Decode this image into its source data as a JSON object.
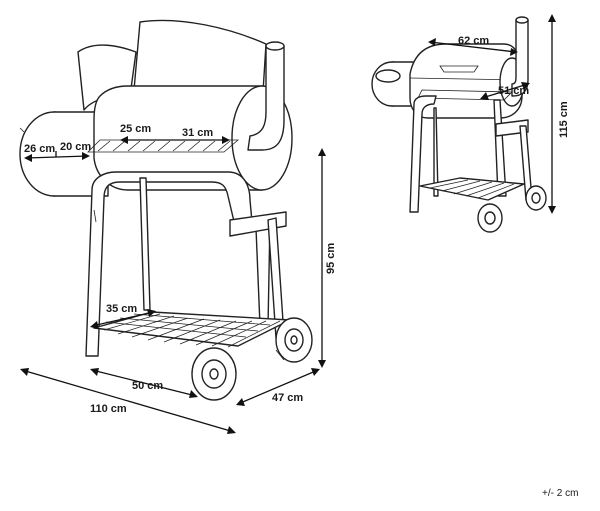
{
  "large_view": {
    "dimensions": {
      "firebox_depth": "26 cm",
      "firebox_width": "20 cm",
      "grill_depth": "25 cm",
      "grill_width": "31 cm",
      "shelf_depth": "35 cm",
      "width_legs": "50 cm",
      "total_width": "110 cm",
      "height_cooking": "95 cm",
      "depth": "47 cm"
    }
  },
  "small_view": {
    "dimensions": {
      "chamber_width": "62 cm",
      "chamber_depth": "51 cm",
      "total_height": "115 cm"
    }
  },
  "tolerance": "+/- 2 cm"
}
